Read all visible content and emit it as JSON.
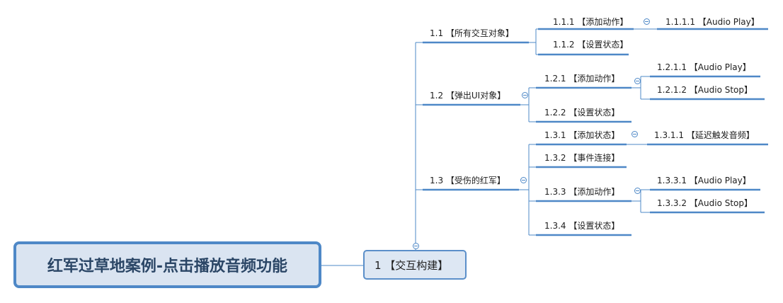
{
  "root": {
    "label": "红军过草地案例-点击播放音频功能"
  },
  "branch": {
    "label": "1 【交互构建】"
  },
  "sub": [
    {
      "label": "1.1 【所有交互对象】"
    },
    {
      "label": "1.2 【弹出UI对象】"
    },
    {
      "label": "1.3 【受伤的红军】"
    }
  ],
  "items": {
    "n111": "1.1.1 【添加动作】",
    "n1111": "1.1.1.1 【Audio Play】",
    "n112": "1.1.2 【设置状态】",
    "n121": "1.2.1 【添加动作】",
    "n1211": "1.2.1.1 【Audio Play】",
    "n1212": "1.2.1.2 【Audio Stop】",
    "n122": "1.2.2 【设置状态】",
    "n131": "1.3.1 【添加状态】",
    "n1311": "1.3.1.1 【延迟触发音频】",
    "n132": "1.3.2 【事件连接】",
    "n133": "1.3.3 【添加动作】",
    "n1331": "1.3.3.1 【Audio Play】",
    "n1332": "1.3.3.2 【Audio Stop】",
    "n134": "1.3.4 【设置状态】"
  },
  "colors": {
    "line": "#4e88c7",
    "root_fill": "#dae4f1",
    "root_text": "#2b4666",
    "branch_fill": "#dde7f3"
  }
}
